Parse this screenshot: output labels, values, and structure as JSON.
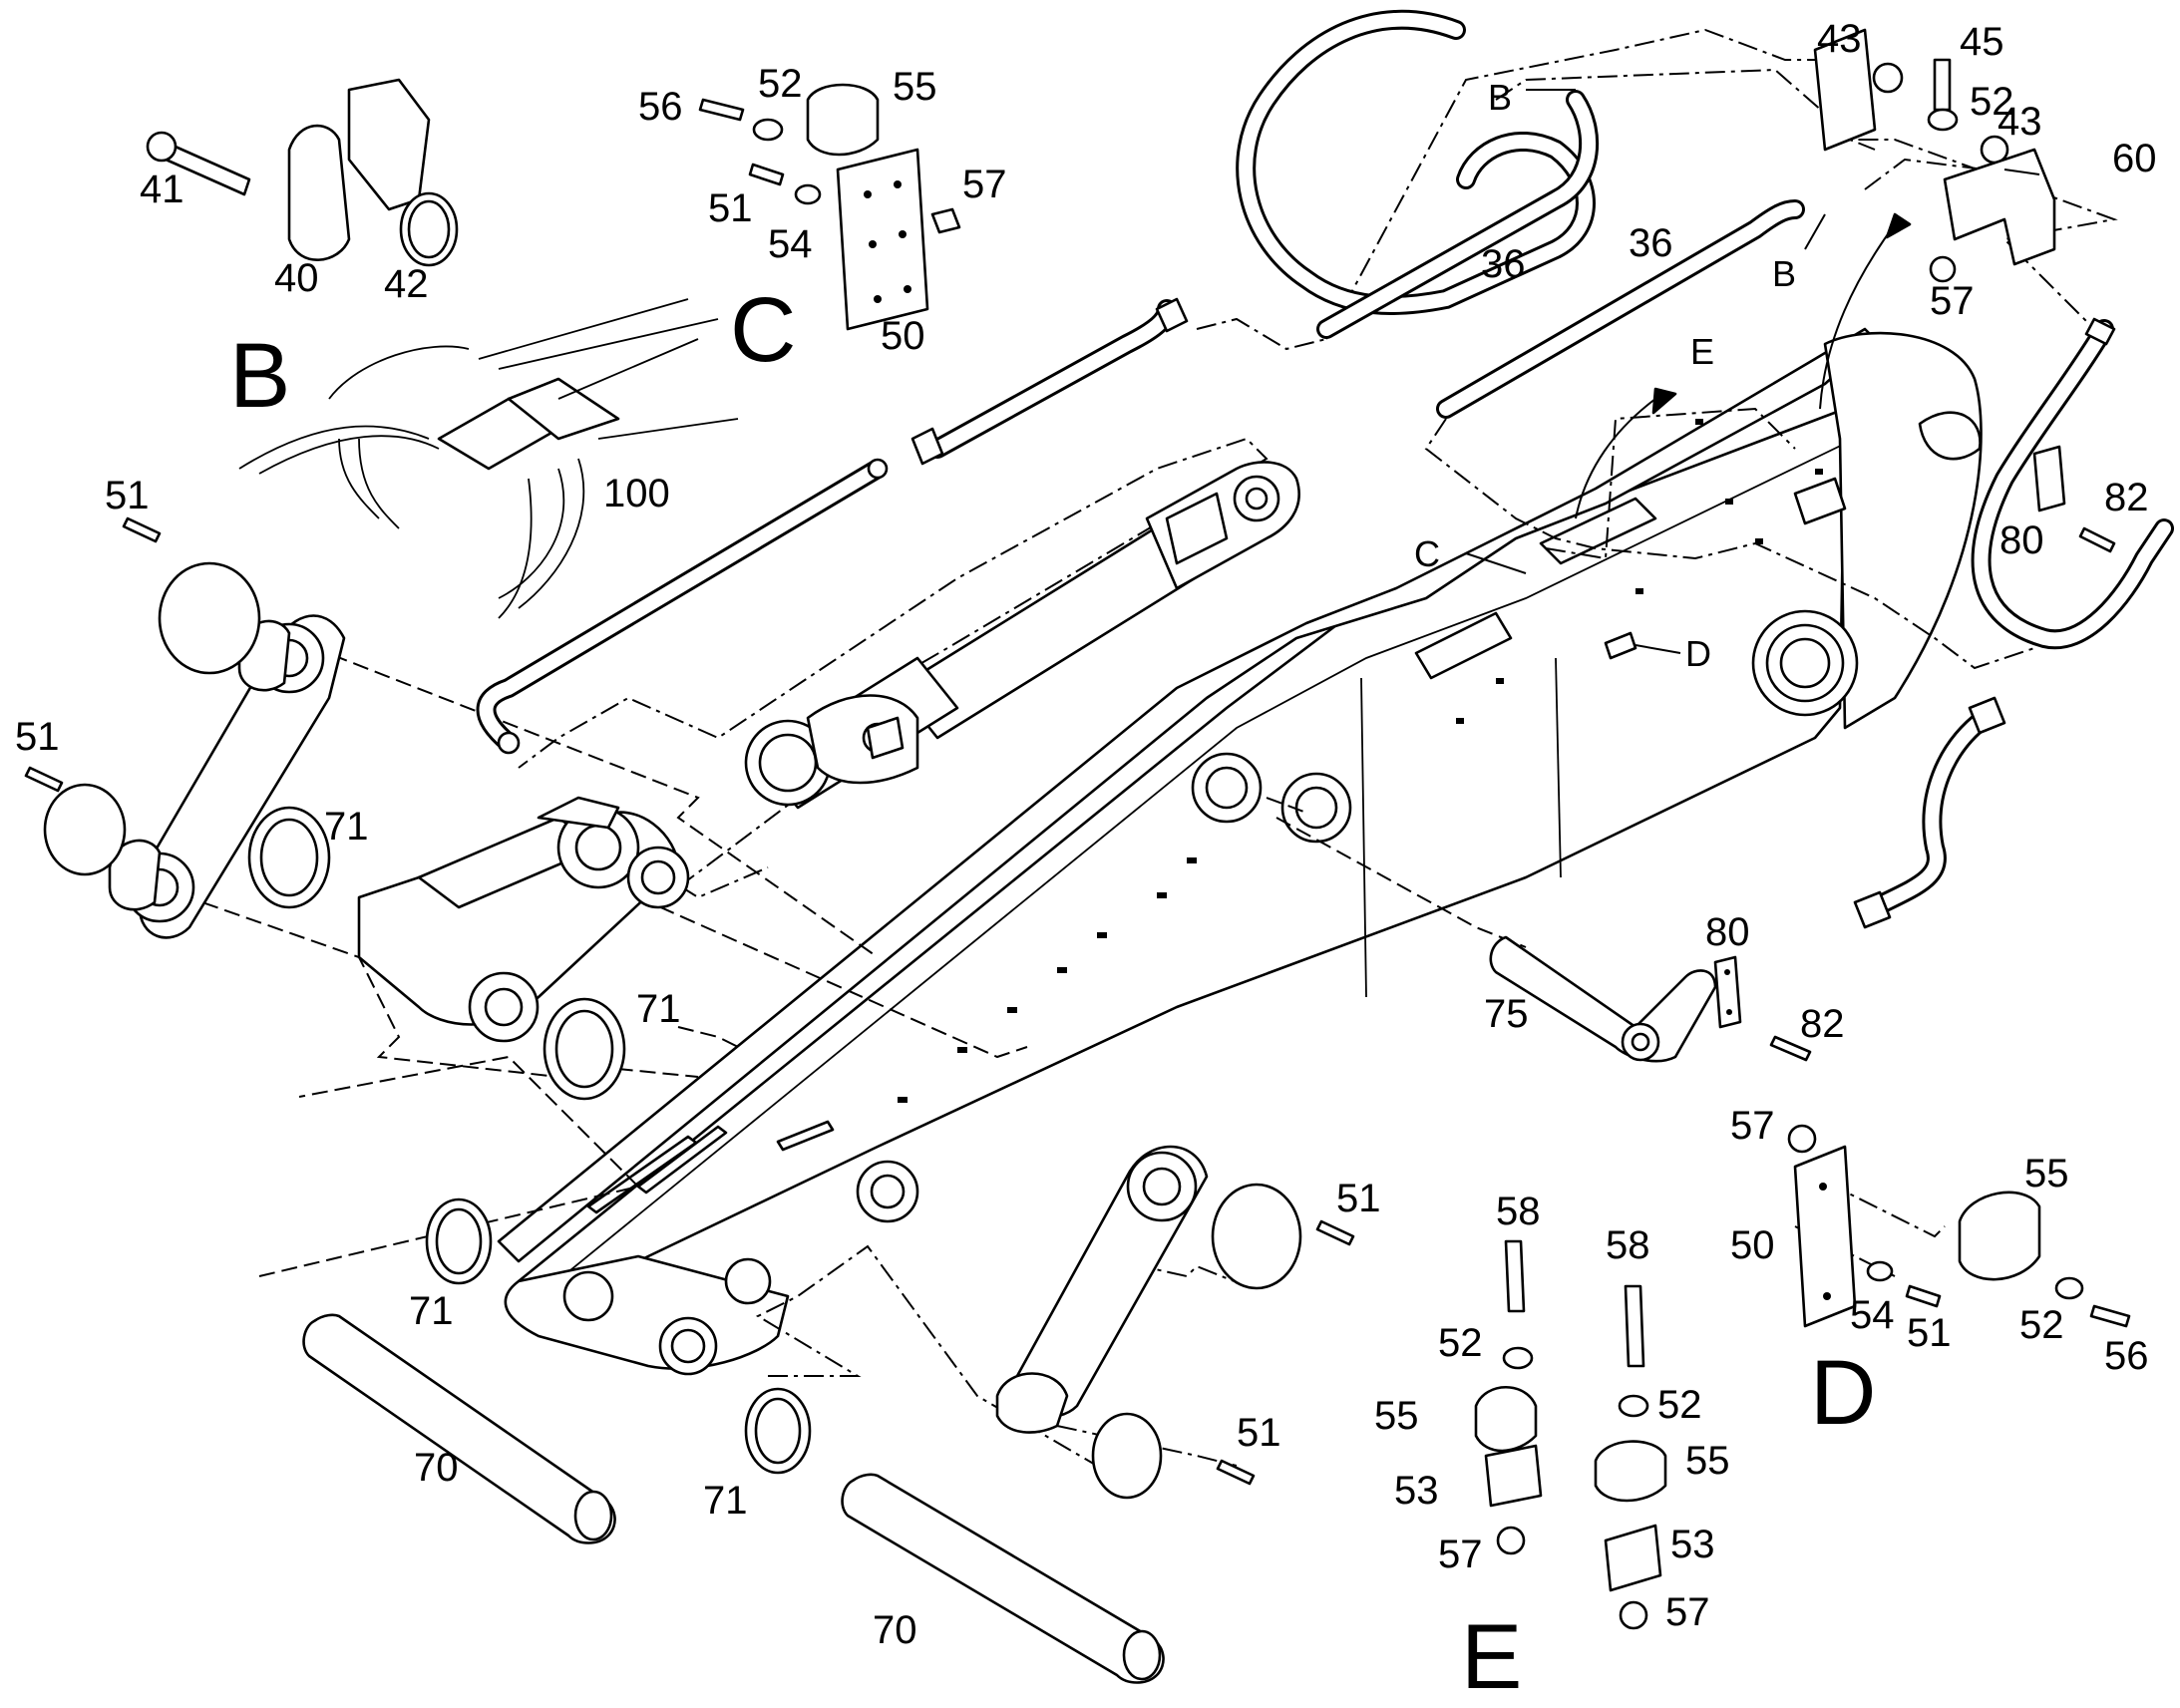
{
  "diagram": {
    "section_labels": [
      "B",
      "C",
      "D",
      "E"
    ],
    "part_numbers": {
      "p41": "41",
      "p40": "40",
      "p42": "42",
      "p56c": "56",
      "p52c": "52",
      "p55c": "55",
      "p51c": "51",
      "p54c": "54",
      "p57c": "57",
      "p50c": "50",
      "p100": "100",
      "p36a": "36",
      "p36b": "36",
      "p43a": "43",
      "p45": "45",
      "p52e": "52",
      "p43b": "43",
      "p60": "60",
      "p57e": "57",
      "p82a": "82",
      "p80a": "80",
      "p51a": "51",
      "p51b": "51",
      "p71a": "71",
      "p71b": "71",
      "p71c": "71",
      "p71d": "71",
      "p70a": "70",
      "p70b": "70",
      "p75": "75",
      "p80b": "80",
      "p82b": "82",
      "p51d": "51",
      "p51e": "51",
      "p57d": "57",
      "p55d": "55",
      "p50d": "50",
      "p54d": "54",
      "p51f": "51",
      "p52d": "52",
      "p56d": "56",
      "p58a": "58",
      "p52ea": "52",
      "p55ea": "55",
      "p53a": "53",
      "p57ea": "57",
      "p58b": "58",
      "p52eb": "52",
      "p55eb": "55",
      "p53b": "53",
      "p57eb": "57"
    },
    "view_markers": {
      "B_top": "B",
      "B_right": "B",
      "C_boom": "C",
      "D_boom": "D",
      "E_arrow": "E"
    }
  }
}
